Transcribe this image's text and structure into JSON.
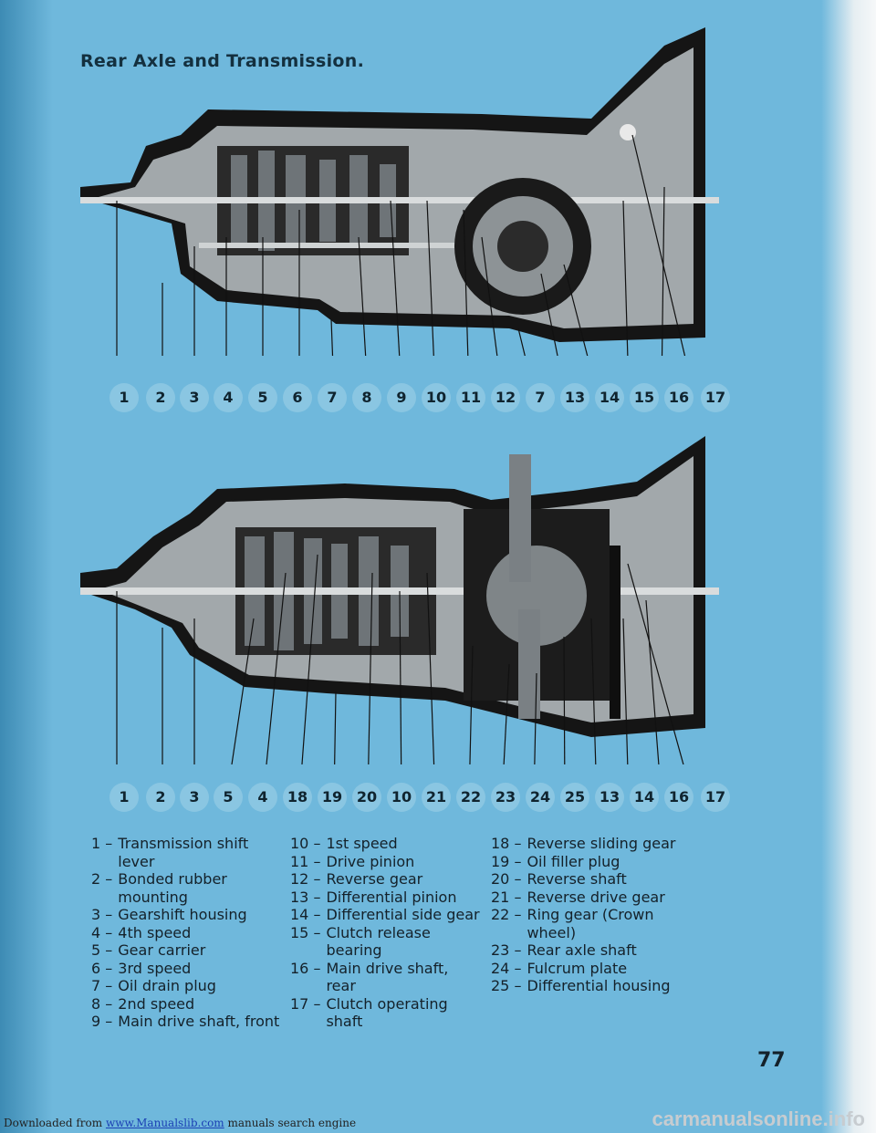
{
  "page": {
    "title": "Rear Axle and Transmission.",
    "page_number": "77"
  },
  "figure1": {
    "label": "Transmission cross section, top view",
    "callouts": [
      "1",
      "2",
      "3",
      "4",
      "5",
      "6",
      "7",
      "8",
      "9",
      "10",
      "11",
      "12",
      "7",
      "13",
      "14",
      "15",
      "16",
      "17"
    ]
  },
  "figure2": {
    "label": "Transmission cross section, side view",
    "callouts": [
      "1",
      "2",
      "3",
      "5",
      "4",
      "18",
      "19",
      "20",
      "10",
      "21",
      "22",
      "23",
      "24",
      "25",
      "13",
      "14",
      "16",
      "17"
    ]
  },
  "legend": {
    "col1": [
      {
        "num": "1 –",
        "text": "Transmission shift lever"
      },
      {
        "num": "2 –",
        "text": "Bonded rubber mounting"
      },
      {
        "num": "3 –",
        "text": "Gearshift housing"
      },
      {
        "num": "4 –",
        "text": "4th speed"
      },
      {
        "num": "5 –",
        "text": "Gear carrier"
      },
      {
        "num": "6 –",
        "text": "3rd speed"
      },
      {
        "num": "7 –",
        "text": "Oil drain plug"
      },
      {
        "num": "8 –",
        "text": "2nd speed"
      },
      {
        "num": "9 –",
        "text": "Main drive shaft, front"
      }
    ],
    "col2": [
      {
        "num": "10 –",
        "text": "1st speed"
      },
      {
        "num": "11 –",
        "text": "Drive pinion"
      },
      {
        "num": "12 –",
        "text": "Reverse gear"
      },
      {
        "num": "13 –",
        "text": "Differential pinion"
      },
      {
        "num": "14 –",
        "text": "Differential side gear"
      },
      {
        "num": "15 –",
        "text": "Clutch release bearing"
      },
      {
        "num": "16 –",
        "text": "Main drive shaft, rear"
      },
      {
        "num": "17 –",
        "text": "Clutch operating shaft"
      }
    ],
    "col3": [
      {
        "num": "18 –",
        "text": "Reverse sliding gear"
      },
      {
        "num": "19 –",
        "text": "Oil filler plug"
      },
      {
        "num": "20 –",
        "text": "Reverse shaft"
      },
      {
        "num": "21 –",
        "text": "Reverse drive gear"
      },
      {
        "num": "22 –",
        "text": "Ring gear (Crown wheel)"
      },
      {
        "num": "23 –",
        "text": "Rear axle shaft"
      },
      {
        "num": "24 –",
        "text": "Fulcrum plate"
      },
      {
        "num": "25 –",
        "text": "Differential housing"
      }
    ]
  },
  "footer": {
    "prefix": "Downloaded from ",
    "link": "www.Manualslib.com",
    "suffix": " manuals search engine",
    "watermark": "carmanualsonline.info"
  },
  "colors": {
    "page_background": "#6fb8dc",
    "housing": "#9fa5a8",
    "dark": "#141414",
    "callout_fill": "#8ac6e2"
  }
}
